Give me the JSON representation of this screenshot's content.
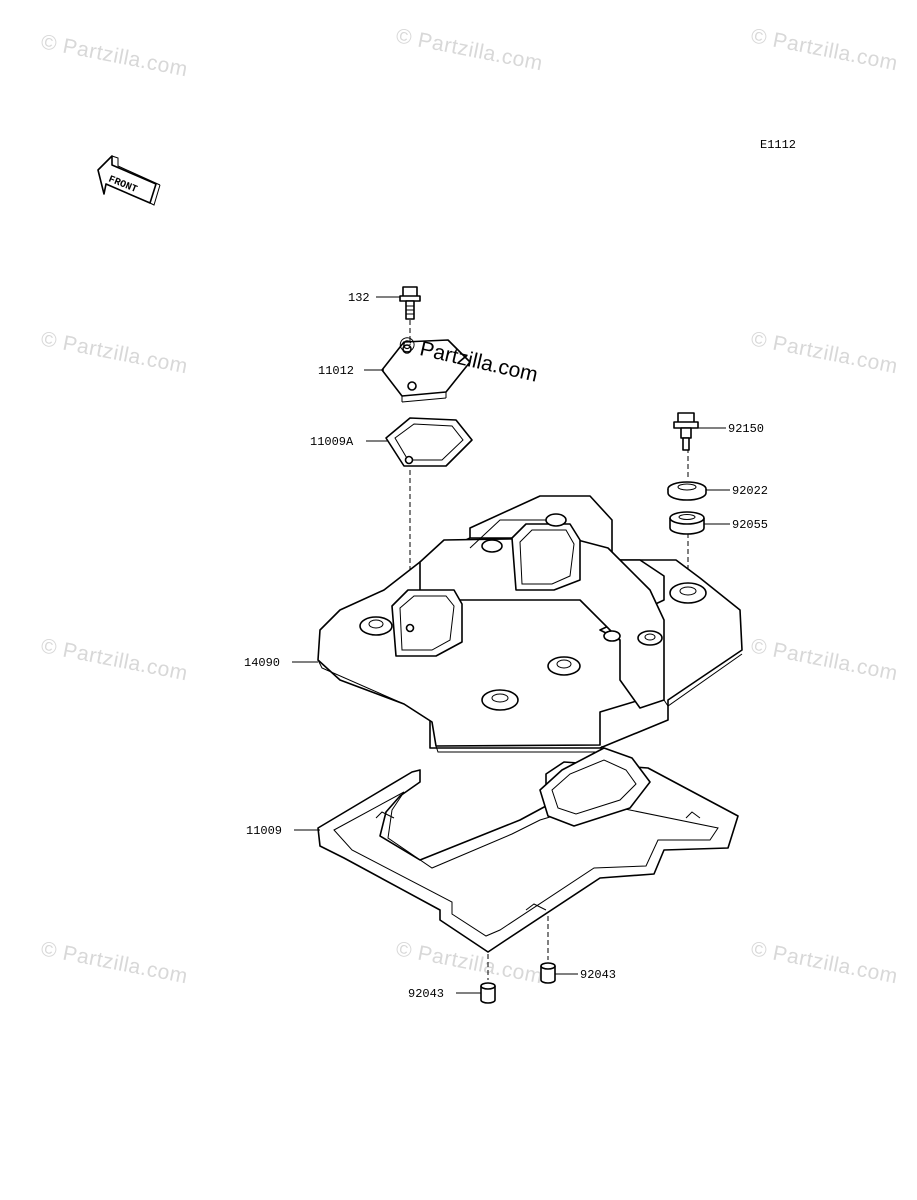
{
  "watermark": {
    "text": "© Partzilla.com",
    "center_text": "© Partzilla.com"
  },
  "diagram_code": "E1112",
  "front_arrow": {
    "label": "FRONT"
  },
  "parts": [
    {
      "number": "132"
    },
    {
      "number": "11012"
    },
    {
      "number": "11009A"
    },
    {
      "number": "92150"
    },
    {
      "number": "92022"
    },
    {
      "number": "92055"
    },
    {
      "number": "14090"
    },
    {
      "number": "11009"
    },
    {
      "number": "92043"
    },
    {
      "number": "92043"
    }
  ]
}
